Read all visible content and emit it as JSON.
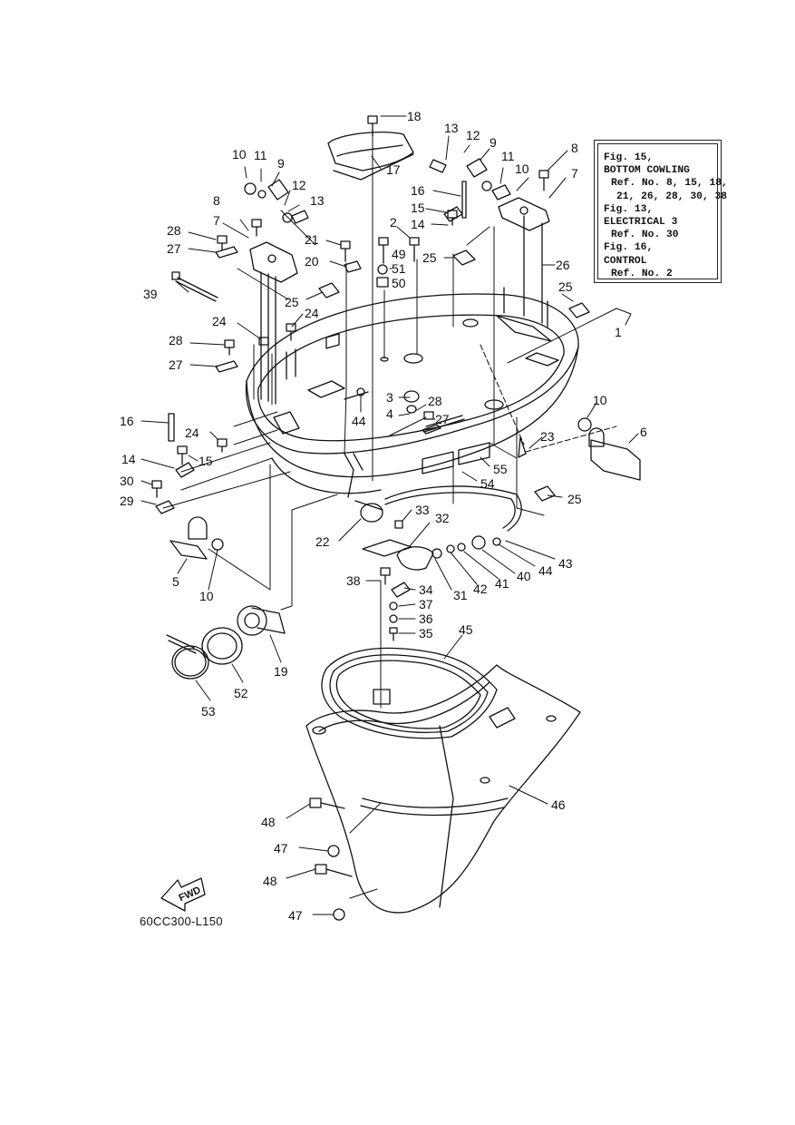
{
  "ref_box": {
    "lines": [
      "Fig. 15,",
      "BOTTOM COWLING",
      "Ref. No. 8, 15, 18,",
      "21, 26, 28, 30, 38",
      "Fig. 13,",
      "ELECTRICAL 3",
      "Ref. No. 30",
      "Fig. 16,",
      "CONTROL",
      "Ref. No. 2"
    ]
  },
  "drawing_code": "60CC300-L150",
  "fwd_label": "FWD",
  "colors": {
    "ink": "#111111",
    "background": "#ffffff"
  },
  "callouts": [
    {
      "label": "18"
    },
    {
      "label": "13"
    },
    {
      "label": "12"
    },
    {
      "label": "9"
    },
    {
      "label": "8"
    },
    {
      "label": "10"
    },
    {
      "label": "11"
    },
    {
      "label": "9"
    },
    {
      "label": "17"
    },
    {
      "label": "11"
    },
    {
      "label": "10"
    },
    {
      "label": "7"
    },
    {
      "label": "12"
    },
    {
      "label": "16"
    },
    {
      "label": "8"
    },
    {
      "label": "13"
    },
    {
      "label": "15"
    },
    {
      "label": "7"
    },
    {
      "label": "28"
    },
    {
      "label": "2"
    },
    {
      "label": "14"
    },
    {
      "label": "21"
    },
    {
      "label": "49"
    },
    {
      "label": "27"
    },
    {
      "label": "25"
    },
    {
      "label": "51"
    },
    {
      "label": "26"
    },
    {
      "label": "20"
    },
    {
      "label": "50"
    },
    {
      "label": "39"
    },
    {
      "label": "25"
    },
    {
      "label": "25"
    },
    {
      "label": "24"
    },
    {
      "label": "24"
    },
    {
      "label": "1"
    },
    {
      "label": "28"
    },
    {
      "label": "27"
    },
    {
      "label": "3"
    },
    {
      "label": "28"
    },
    {
      "label": "10"
    },
    {
      "label": "44"
    },
    {
      "label": "4"
    },
    {
      "label": "27"
    },
    {
      "label": "16"
    },
    {
      "label": "24"
    },
    {
      "label": "6"
    },
    {
      "label": "23"
    },
    {
      "label": "14"
    },
    {
      "label": "15"
    },
    {
      "label": "55"
    },
    {
      "label": "30"
    },
    {
      "label": "54"
    },
    {
      "label": "29"
    },
    {
      "label": "25"
    },
    {
      "label": "33"
    },
    {
      "label": "32"
    },
    {
      "label": "22"
    },
    {
      "label": "43"
    },
    {
      "label": "44"
    },
    {
      "label": "40"
    },
    {
      "label": "41"
    },
    {
      "label": "42"
    },
    {
      "label": "31"
    },
    {
      "label": "38"
    },
    {
      "label": "5"
    },
    {
      "label": "34"
    },
    {
      "label": "10"
    },
    {
      "label": "37"
    },
    {
      "label": "36"
    },
    {
      "label": "35"
    },
    {
      "label": "19"
    },
    {
      "label": "45"
    },
    {
      "label": "52"
    },
    {
      "label": "53"
    },
    {
      "label": "46"
    },
    {
      "label": "48"
    },
    {
      "label": "47"
    },
    {
      "label": "48"
    },
    {
      "label": "47"
    }
  ]
}
